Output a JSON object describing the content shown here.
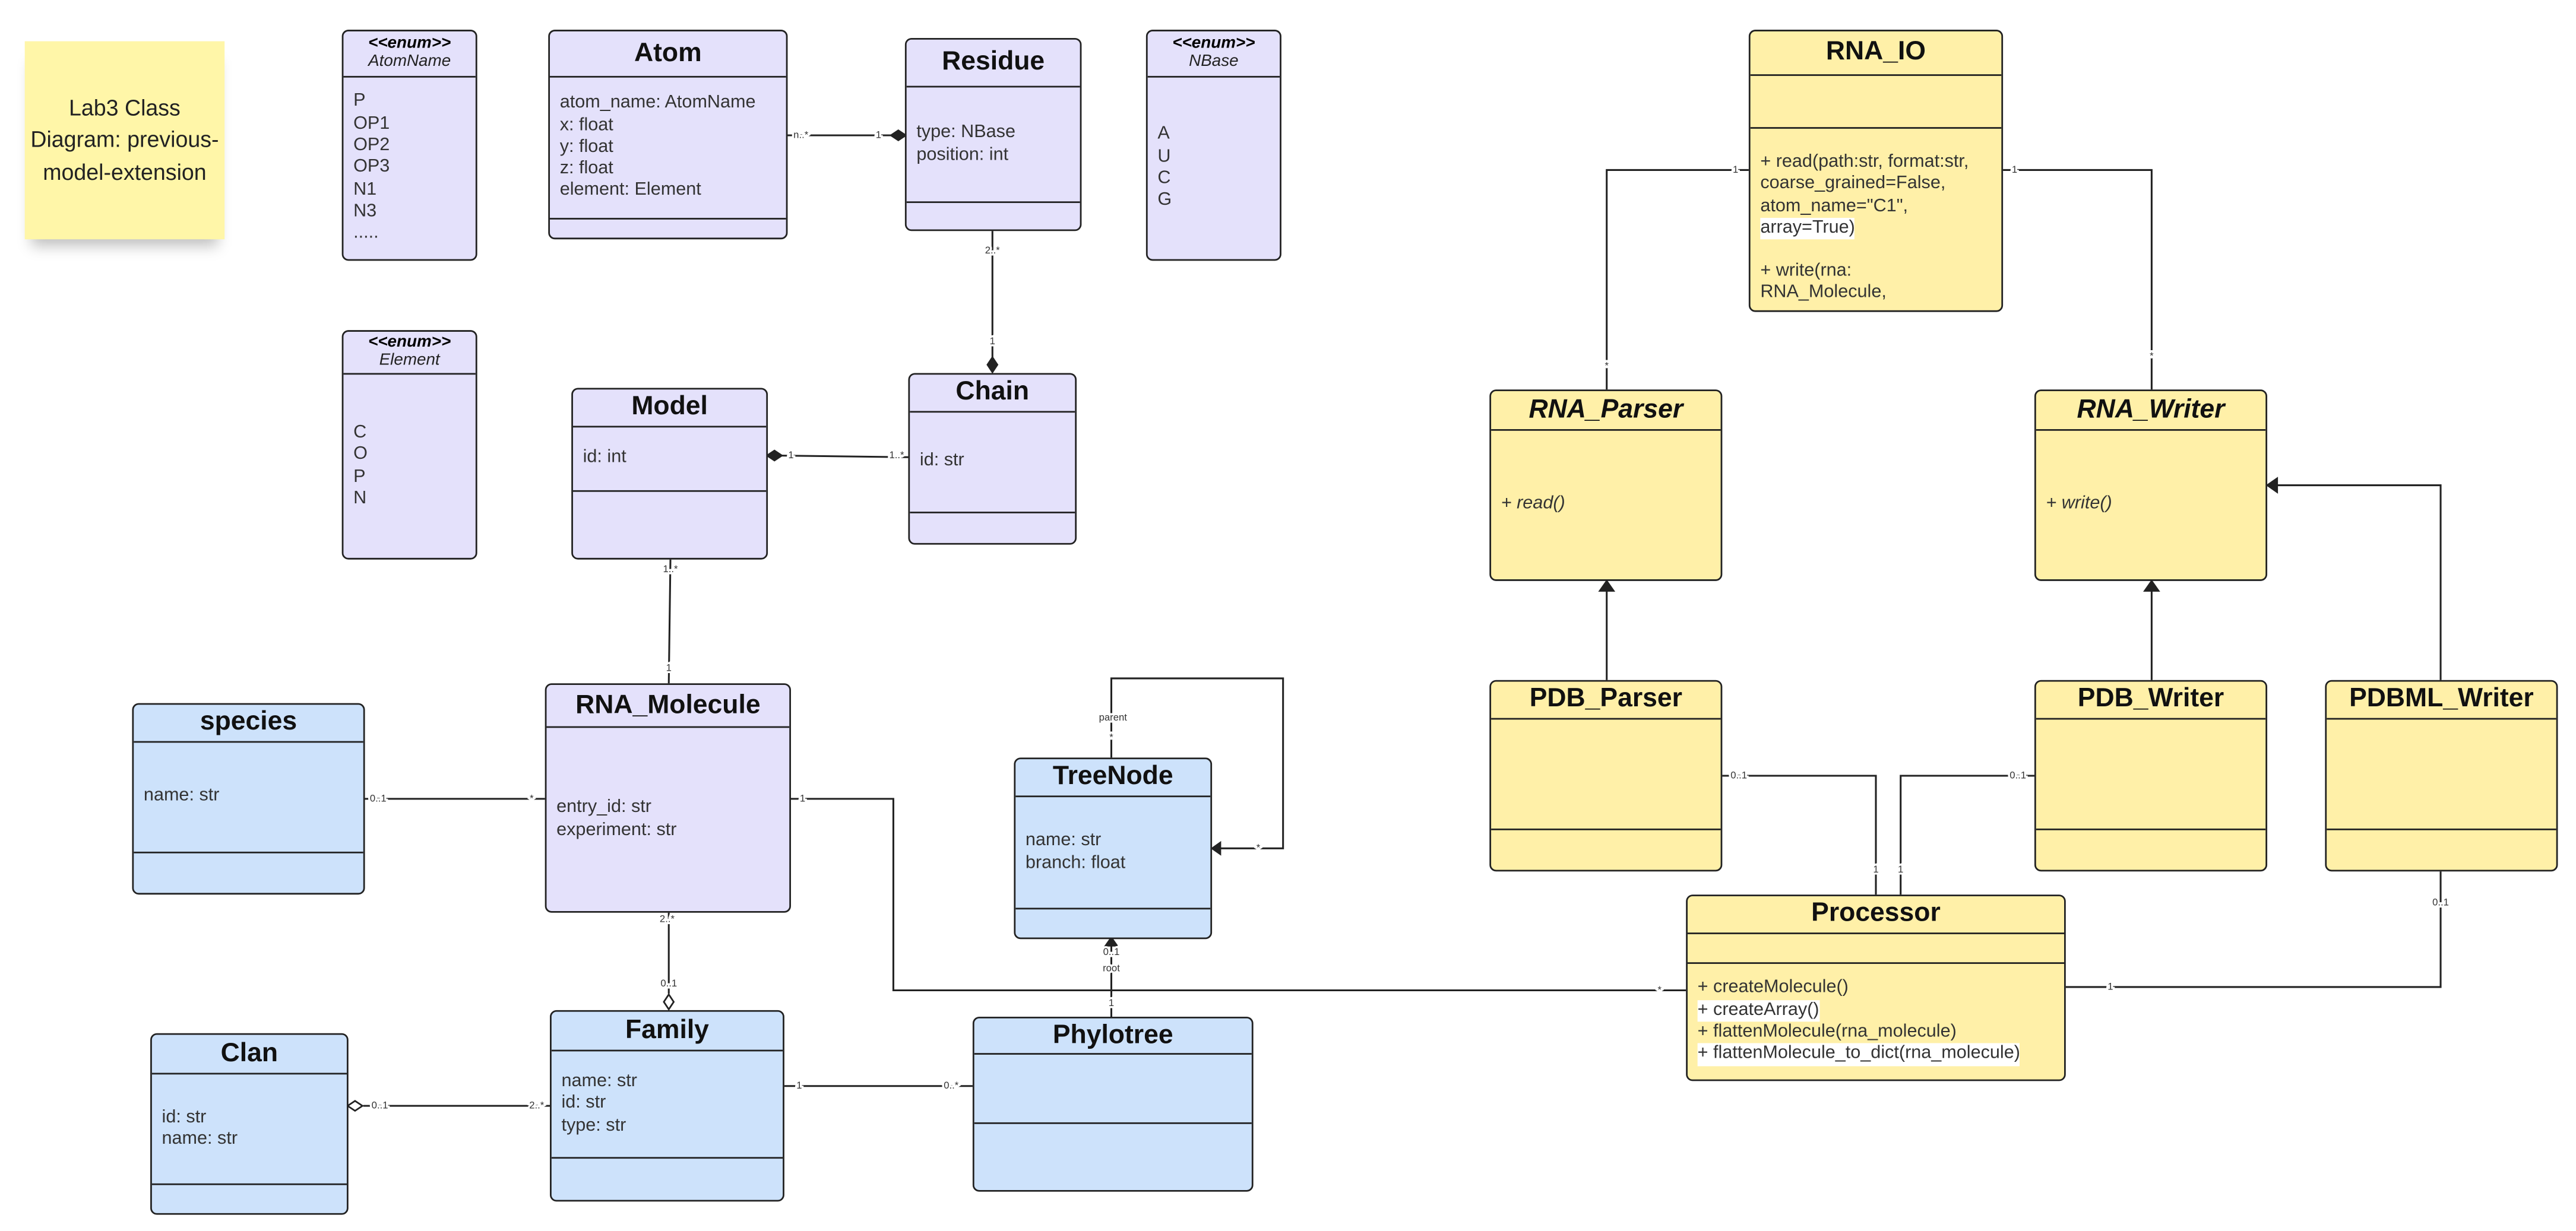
{
  "sticky_note": {
    "text": "Lab3 Class Diagram: previous-model-extension",
    "color": "#fff6a8"
  },
  "colors": {
    "purple": "#e4e1fb",
    "blue": "#cde2fb",
    "yellow": "#fff0a8",
    "line": "#222222"
  },
  "classes": [
    {
      "id": "AtomName",
      "name": "AtomName",
      "stereotype": "<<enum>>",
      "theme": "purple",
      "values": [
        "P",
        "OP1",
        "OP2",
        "OP3",
        "N1",
        "N3",
        "....."
      ]
    },
    {
      "id": "Atom",
      "name": "Atom",
      "theme": "purple",
      "attributes": [
        "atom_name: AtomName",
        "x: float",
        "y: float",
        "z: float",
        "element: Element"
      ],
      "methods": []
    },
    {
      "id": "Residue",
      "name": "Residue",
      "theme": "purple",
      "attributes": [
        "type: NBase",
        "position: int"
      ],
      "methods": []
    },
    {
      "id": "NBase",
      "name": "NBase",
      "stereotype": "<<enum>>",
      "theme": "purple",
      "values": [
        "A",
        "U",
        "C",
        "G"
      ]
    },
    {
      "id": "Element",
      "name": "Element",
      "stereotype": "<<enum>>",
      "theme": "purple",
      "values": [
        "C",
        "O",
        "P",
        "N"
      ]
    },
    {
      "id": "Model",
      "name": "Model",
      "theme": "purple",
      "attributes": [
        "id: int"
      ],
      "methods": []
    },
    {
      "id": "Chain",
      "name": "Chain",
      "theme": "purple",
      "attributes": [
        "id: str"
      ],
      "methods": []
    },
    {
      "id": "RNA_Molecule",
      "name": "RNA_Molecule",
      "theme": "purple",
      "attributes": [
        "entry_id: str",
        "experiment: str"
      ]
    },
    {
      "id": "species",
      "name": "species",
      "theme": "blue",
      "attributes": [
        "name: str"
      ],
      "methods": []
    },
    {
      "id": "TreeNode",
      "name": "TreeNode",
      "theme": "blue",
      "attributes": [
        "name: str",
        "branch: float"
      ],
      "methods": []
    },
    {
      "id": "Family",
      "name": "Family",
      "theme": "blue",
      "attributes": [
        "name: str",
        "id: str",
        "type: str"
      ],
      "methods": []
    },
    {
      "id": "Clan",
      "name": "Clan",
      "theme": "blue",
      "attributes": [
        "id: str",
        "name: str"
      ],
      "methods": []
    },
    {
      "id": "Phylotree",
      "name": "Phylotree",
      "theme": "blue",
      "attributes": [],
      "methods": []
    },
    {
      "id": "RNA_IO",
      "name": "RNA_IO",
      "theme": "yellow",
      "attributes": [],
      "methods": [
        "+ read(path:str, format:str,",
        "coarse_grained=False,",
        "atom_name=\"C1\",",
        "array=True)",
        "",
        "+ write(rna:",
        "RNA_Molecule,"
      ]
    },
    {
      "id": "RNA_Parser",
      "name": "RNA_Parser",
      "abstract": true,
      "theme": "yellow",
      "methods": [
        "+ read()"
      ]
    },
    {
      "id": "RNA_Writer",
      "name": "RNA_Writer",
      "abstract": true,
      "theme": "yellow",
      "methods": [
        "+ write()"
      ]
    },
    {
      "id": "PDB_Parser",
      "name": "PDB_Parser",
      "theme": "yellow",
      "attributes": [],
      "methods": []
    },
    {
      "id": "PDB_Writer",
      "name": "PDB_Writer",
      "theme": "yellow",
      "attributes": [],
      "methods": []
    },
    {
      "id": "PDBML_Writer",
      "name": "PDBML_Writer",
      "theme": "yellow",
      "attributes": [],
      "methods": []
    },
    {
      "id": "Processor",
      "name": "Processor",
      "theme": "yellow",
      "attributes": [],
      "methods": [
        "+ createMolecule()",
        "+ createArray()",
        "+ flattenMolecule(rna_molecule)",
        "+ flattenMolecule_to_dict(rna_molecule)"
      ]
    }
  ],
  "relations": [
    {
      "id": "atom-residue",
      "type": "composition",
      "labels": [
        "n..*",
        "1"
      ]
    },
    {
      "id": "residue-chain",
      "type": "composition",
      "labels": [
        "2..*",
        "1"
      ]
    },
    {
      "id": "chain-model",
      "type": "composition",
      "labels": [
        "1",
        "1..*"
      ]
    },
    {
      "id": "model-molecule",
      "type": "association",
      "labels": [
        "1..*",
        "1"
      ]
    },
    {
      "id": "species-molecule",
      "type": "association",
      "labels": [
        "0..1",
        "*"
      ]
    },
    {
      "id": "molecule-processor",
      "type": "association",
      "labels": [
        "1",
        "*"
      ]
    },
    {
      "id": "molecule-family",
      "type": "aggregation",
      "labels": [
        "2..*",
        "0..1"
      ]
    },
    {
      "id": "clan-family",
      "type": "aggregation",
      "labels": [
        "0..1",
        "2..*"
      ]
    },
    {
      "id": "family-phylotree",
      "type": "association",
      "labels": [
        "1",
        "0..*"
      ]
    },
    {
      "id": "phylotree-treenode",
      "type": "directed",
      "labels": [
        "0..1",
        "root",
        "1"
      ]
    },
    {
      "id": "treenode-self",
      "type": "directed",
      "labels": [
        "parent",
        "*",
        "*"
      ]
    },
    {
      "id": "io-parser",
      "type": "association",
      "labels": [
        "1",
        "*"
      ]
    },
    {
      "id": "io-writer",
      "type": "association",
      "labels": [
        "1",
        "*"
      ]
    },
    {
      "id": "pdbparser-rnaparser",
      "type": "generalization",
      "labels": []
    },
    {
      "id": "pdbwriter-rnawriter",
      "type": "generalization",
      "labels": []
    },
    {
      "id": "pdbmlwriter-rnawriter",
      "type": "generalization",
      "labels": []
    },
    {
      "id": "pdbparser-processor",
      "type": "association",
      "labels": [
        "0..1",
        "1"
      ]
    },
    {
      "id": "pdbwriter-processor",
      "type": "association",
      "labels": [
        "0..1",
        "1"
      ]
    },
    {
      "id": "pdbmlwriter-processor",
      "type": "association",
      "labels": [
        "0..1",
        "1"
      ]
    }
  ]
}
